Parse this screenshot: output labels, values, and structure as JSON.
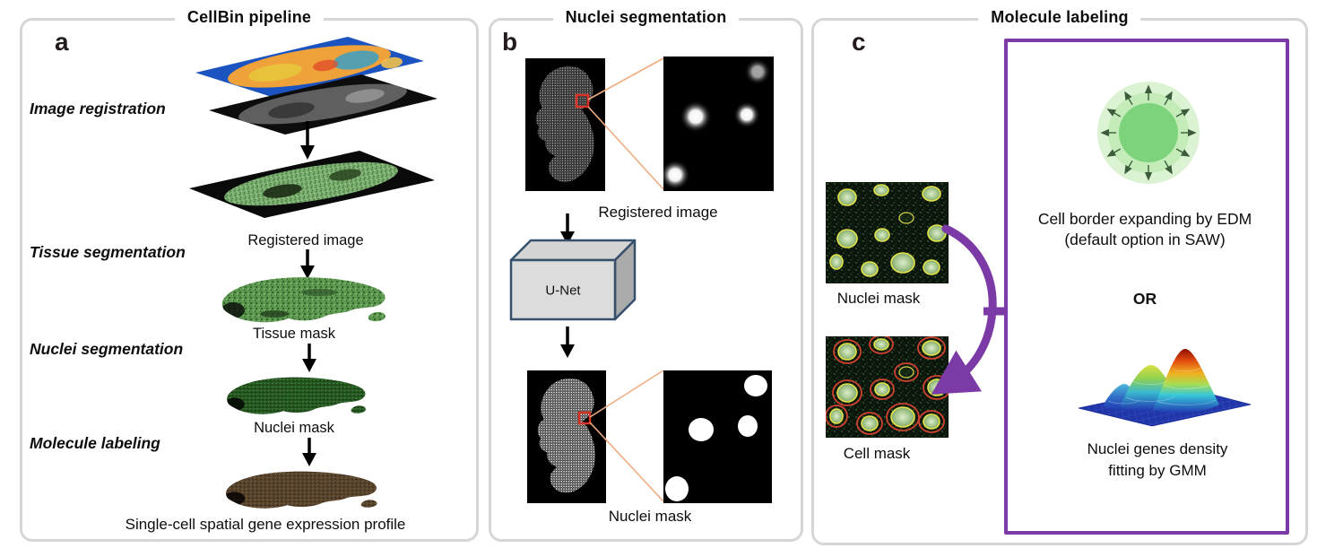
{
  "figure": {
    "type": "scientific-pipeline-diagram"
  },
  "colors": {
    "panel_border": "#d6d6d6",
    "accent_purple": "#7b3aa6",
    "highlight_red": "#d93025",
    "connector_orange": "#efac80",
    "unet_edge_navy": "#36506b"
  },
  "panel_a": {
    "letter": "a",
    "title": "CellBin pipeline",
    "steps": [
      "Image registration",
      "Tissue segmentation",
      "Nuclei segmentation",
      "Molecule labeling"
    ],
    "captions": [
      "Registered image",
      "Tissue mask",
      "Nuclei mask",
      "Single-cell spatial gene expression profile"
    ]
  },
  "panel_b": {
    "letter": "b",
    "title": "Nuclei segmentation",
    "caption_registered": "Registered image",
    "unet_label": "U-Net",
    "caption_mask": "Nuclei mask"
  },
  "panel_c": {
    "letter": "c",
    "title": "Molecule labeling",
    "caption_nuclei_mask": "Nuclei mask",
    "caption_cell_mask": "Cell mask",
    "edm_caption_line1": "Cell border expanding by EDM",
    "edm_caption_line2": "(default option in SAW)",
    "or_label": "OR",
    "gmm_caption_line1": "Nuclei genes density",
    "gmm_caption_line2": "fitting by GMM"
  }
}
